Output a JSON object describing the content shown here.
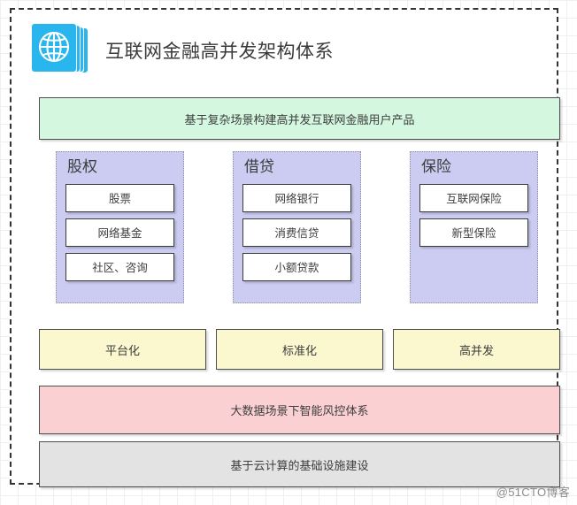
{
  "header": {
    "title": "互联网金融高并发架构体系",
    "icon": "globe-stacked-cards-icon",
    "icon_color": "#29b6ef"
  },
  "scenario_banner": {
    "text": "基于复杂场景构建高并发互联网金融用户产品",
    "color": "#d4f7e0"
  },
  "categories": [
    {
      "title": "股权",
      "color": "#ccccf2",
      "items": [
        {
          "label": "股票"
        },
        {
          "label": "网络基金"
        },
        {
          "label": "社区、咨询"
        }
      ]
    },
    {
      "title": "借贷",
      "color": "#ccccf2",
      "items": [
        {
          "label": "网络银行"
        },
        {
          "label": "消费信贷"
        },
        {
          "label": "小额贷款"
        }
      ]
    },
    {
      "title": "保险",
      "color": "#ccccf2",
      "items": [
        {
          "label": "互联网保险"
        },
        {
          "label": "新型保险"
        }
      ]
    }
  ],
  "capabilities": {
    "color": "#fbf8cf",
    "items": [
      {
        "label": "平台化"
      },
      {
        "label": "标准化"
      },
      {
        "label": "高并发"
      }
    ]
  },
  "risk_banner": {
    "text": "大数据场景下智能风控体系",
    "color": "#fbd0d3"
  },
  "infra_banner": {
    "text": "基于云计算的基础设施建设",
    "color": "#e3e3e3"
  },
  "watermark": {
    "text": "@51CTO博客"
  }
}
